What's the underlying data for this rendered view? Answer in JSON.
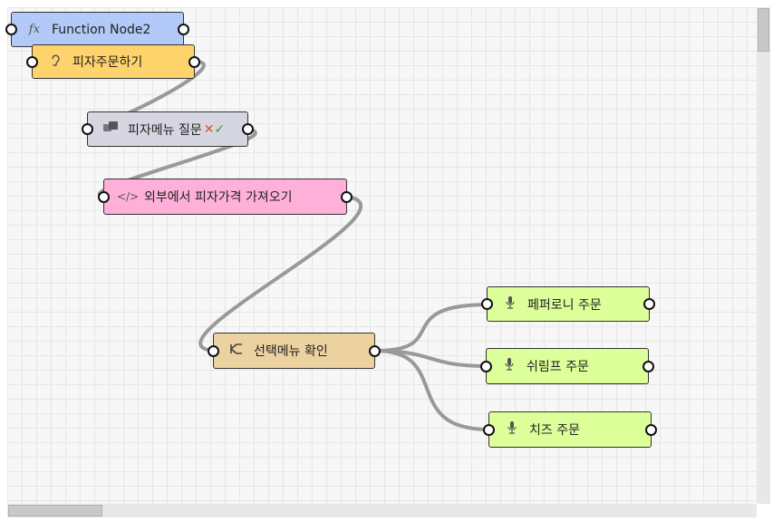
{
  "nodes": {
    "function_node": {
      "label": "Function Node2",
      "icon": "fx-icon",
      "color": "#b3c9f7"
    },
    "order_pizza": {
      "label": "피자주문하기",
      "icon": "ear-icon",
      "color": "#ffd36b"
    },
    "pizza_menu_question": {
      "label": "피자메뉴 질문",
      "icon": "chat-icon",
      "color": "#d6d6e2",
      "mark_x": "✕",
      "mark_ok": "✓"
    },
    "fetch_price": {
      "label": "외부에서 피자가격 가져오기",
      "icon": "code-icon",
      "color": "#ffb0d8"
    },
    "confirm_menu": {
      "label": "선택메뉴 확인",
      "icon": "branch-icon",
      "color": "#ecd1a1"
    },
    "pepperoni_order": {
      "label": "페퍼로니 주문",
      "icon": "microphone-icon",
      "color": "#dcff99"
    },
    "shrimp_order": {
      "label": "쉬림프 주문",
      "icon": "microphone-icon",
      "color": "#dcff99"
    },
    "cheese_order": {
      "label": "치즈 주문",
      "icon": "microphone-icon",
      "color": "#dcff99"
    }
  },
  "wire_color": "#999999"
}
